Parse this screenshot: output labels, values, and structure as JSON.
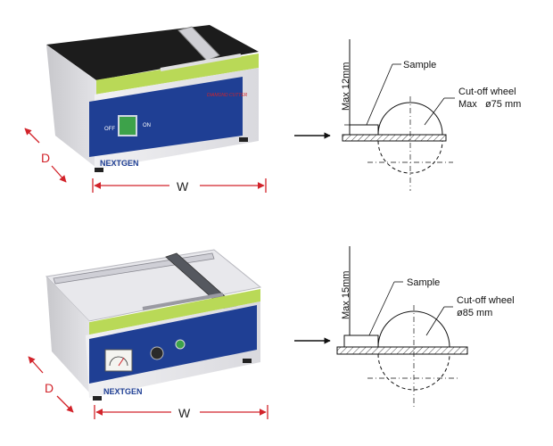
{
  "machines": [
    {
      "brand": "NEXTGEN",
      "switch_off": "OFF",
      "switch_on": "ON",
      "panel_text": "DIAMOND CUTTER",
      "dim_depth": "D",
      "dim_width": "W"
    },
    {
      "brand": "NEXTGEN",
      "dim_depth": "D",
      "dim_width": "W"
    }
  ],
  "diagrams": [
    {
      "max_height": "Max 12mm",
      "sample": "Sample",
      "wheel_line1": "Cut-off wheel",
      "wheel_line2": "Max   ø75 mm"
    },
    {
      "max_height": "Max 15mm",
      "sample": "Sample",
      "wheel_line1": "Cut-off wheel",
      "wheel_line2": "ø85 mm"
    }
  ],
  "colors": {
    "dimension_red": "#d2232a",
    "panel_blue": "#1f3f94",
    "scale_green": "#b9d957",
    "top_black": "#1c1c1c",
    "body_grey": "#e6e6e9"
  }
}
